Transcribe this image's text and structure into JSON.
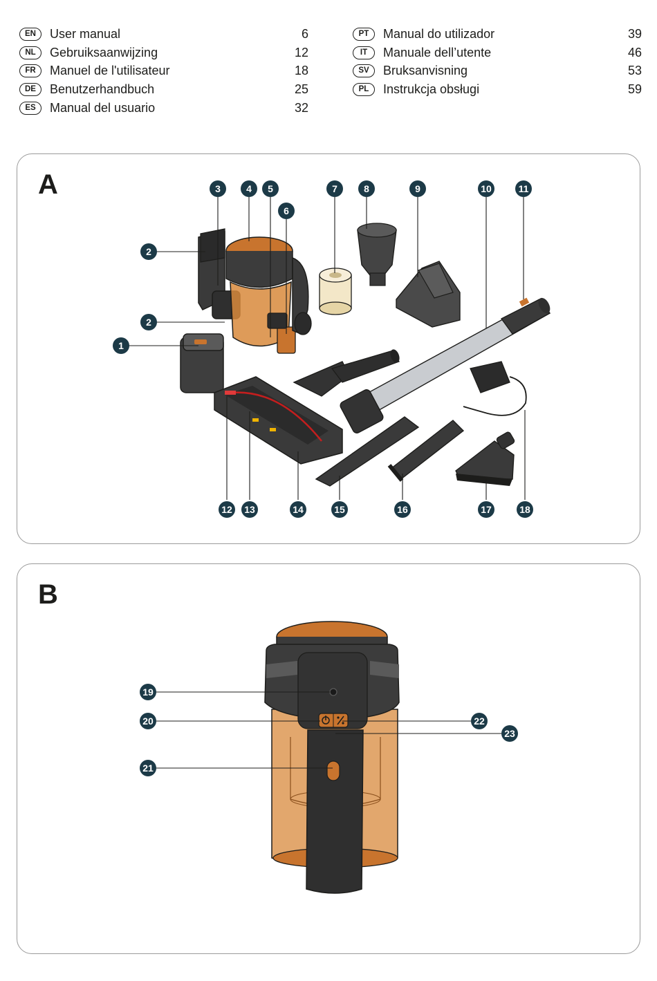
{
  "toc": {
    "left": [
      {
        "code": "EN",
        "title": "User manual",
        "page": "6"
      },
      {
        "code": "NL",
        "title": "Gebruiksaanwijzing",
        "page": "12"
      },
      {
        "code": "FR",
        "title": "Manuel de l'utilisateur",
        "page": "18"
      },
      {
        "code": "DE",
        "title": "Benutzerhandbuch",
        "page": "25"
      },
      {
        "code": "ES",
        "title": "Manual del usuario",
        "page": "32"
      }
    ],
    "right": [
      {
        "code": "PT",
        "title": "Manual do utilizador",
        "page": "39"
      },
      {
        "code": "IT",
        "title": "Manuale dell’utente",
        "page": "46"
      },
      {
        "code": "SV",
        "title": "Bruksanvisning",
        "page": "53"
      },
      {
        "code": "PL",
        "title": "Instrukcja obsługi",
        "page": "59"
      }
    ]
  },
  "panel_a": {
    "letter": "A",
    "callouts": [
      "1",
      "2",
      "2",
      "3",
      "4",
      "5",
      "6",
      "7",
      "8",
      "9",
      "10",
      "11",
      "12",
      "13",
      "14",
      "15",
      "16",
      "17",
      "18"
    ]
  },
  "panel_b": {
    "letter": "B",
    "callouts": [
      "19",
      "20",
      "21",
      "22",
      "23"
    ]
  },
  "colors": {
    "callout": "#1c3a47",
    "device_dark": "#3c3c3c",
    "device_orange": "#c8742e",
    "dust_bin": "#d88a3c"
  }
}
